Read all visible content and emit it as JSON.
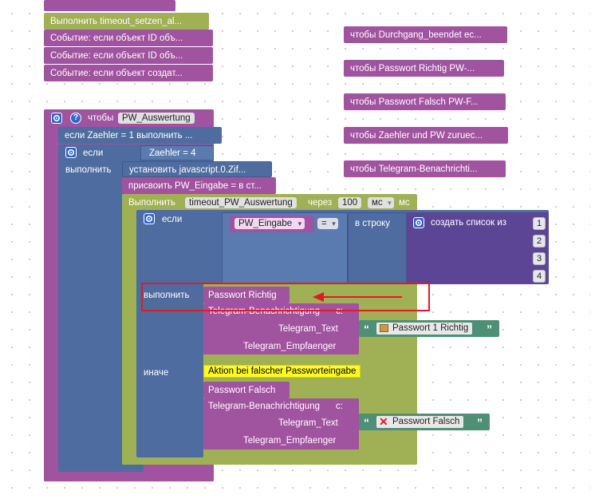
{
  "top_blocks": [
    {
      "label": "Выполнить  timeout_setzen_al..."
    },
    {
      "label": "Событие: если объект ID объ..."
    },
    {
      "label": "Событие: если объект ID объ..."
    },
    {
      "label": "Событие: если объект создат..."
    }
  ],
  "right_blocks": [
    {
      "label": "чтобы Durchgang_beendet  ес..."
    },
    {
      "label": "чтобы Passwort Richtig  PW-..."
    },
    {
      "label": "чтобы Passwort Falsch  PW-F..."
    },
    {
      "label": "чтобы Zaehler und PW zuruec..."
    },
    {
      "label": "чтобы Telegram-Benachrichti..."
    }
  ],
  "function": {
    "prefix": "чтобы",
    "name": "PW_Auswertung",
    "if_zaehler_collapsed": "если Zaehler = 1 выполнить ...",
    "if_label": "если",
    "if_condition": "Zaehler = 4",
    "do_label": "выполнить",
    "set_javascript": "установить javascript.0.Zif...",
    "assign_pw": "присвоить PW_Eingabe = в ст...",
    "timeout": {
      "exec_label": "Выполнить",
      "name": "timeout_PW_Auswertung",
      "via_label": "через",
      "value": "100",
      "unit_select": "мс",
      "unit_suffix": "мс"
    },
    "inner_if": {
      "if_label": "если",
      "variable": "PW_Eingabe",
      "operator": "=",
      "to_string_label": "в строку",
      "create_list_label": "создать список из",
      "list_items": [
        "1",
        "2",
        "3",
        "4"
      ],
      "do_label": "выполнить",
      "else_label": "иначе"
    },
    "then_branch": {
      "call": "Passwort Richtig",
      "telegram_label": "Telegram-Benachrichtigung",
      "telegram_suffix": "c:",
      "text_label": "Telegram_Text",
      "text_value": "Passwort 1 Richtig",
      "recipient_label": "Telegram_Empfaenger"
    },
    "else_branch": {
      "comment": "Aktion bei falscher Passworteingabe",
      "call": "Passwort Falsch",
      "telegram_label": "Telegram-Benachrichtigung",
      "telegram_suffix": "c:",
      "text_label": "Telegram_Text",
      "text_value": "Passwort Falsch",
      "recipient_label": "Telegram_Empfaenger"
    }
  },
  "colors": {
    "olive": "#9fb055",
    "purple": "#a0539f",
    "violet": "#5c4595",
    "blue": "#4e6ca0",
    "teal": "#4e8f75",
    "highlight": "#e01b24",
    "comment": "#fffb24"
  },
  "icons": [
    "gear-icon",
    "help-icon",
    "dropdown-arrow-icon",
    "package-icon",
    "red-x-icon",
    "arrow-left-icon"
  ]
}
